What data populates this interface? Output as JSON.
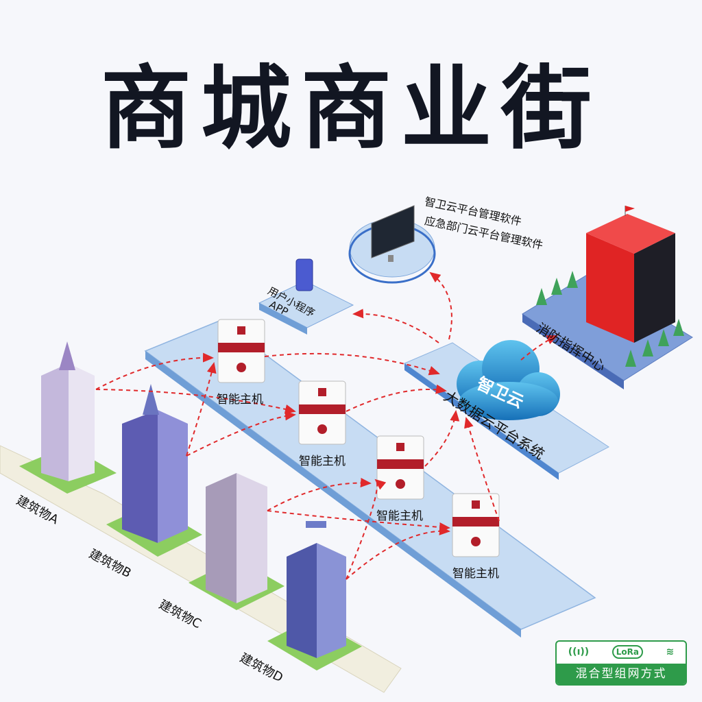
{
  "title": "商城商业街",
  "cloud_label": "智卫云",
  "platform_label": "大数据云平台系统",
  "software_lines": [
    "智卫云平台管理软件",
    "应急部门云平台管理软件"
  ],
  "app_lines": [
    "用户小程序",
    "APP"
  ],
  "fire_center": "消防指挥中心",
  "host_label": "智能主机",
  "buildings": [
    "建筑物A",
    "建筑物B",
    "建筑物C",
    "建筑物D"
  ],
  "badge": {
    "icons": [
      "antenna-icon",
      "lora-icon",
      "wifi-icon"
    ],
    "lora_text": "LoRa",
    "label": "混合型组网方式"
  },
  "colors": {
    "arrow": "#e0292b",
    "platform": "#c7dcf3",
    "platform_edge": "#6f9ed6",
    "cloud": "#1f8fcf",
    "fire_building": "#e02424",
    "badge": "#2e9b4a"
  }
}
